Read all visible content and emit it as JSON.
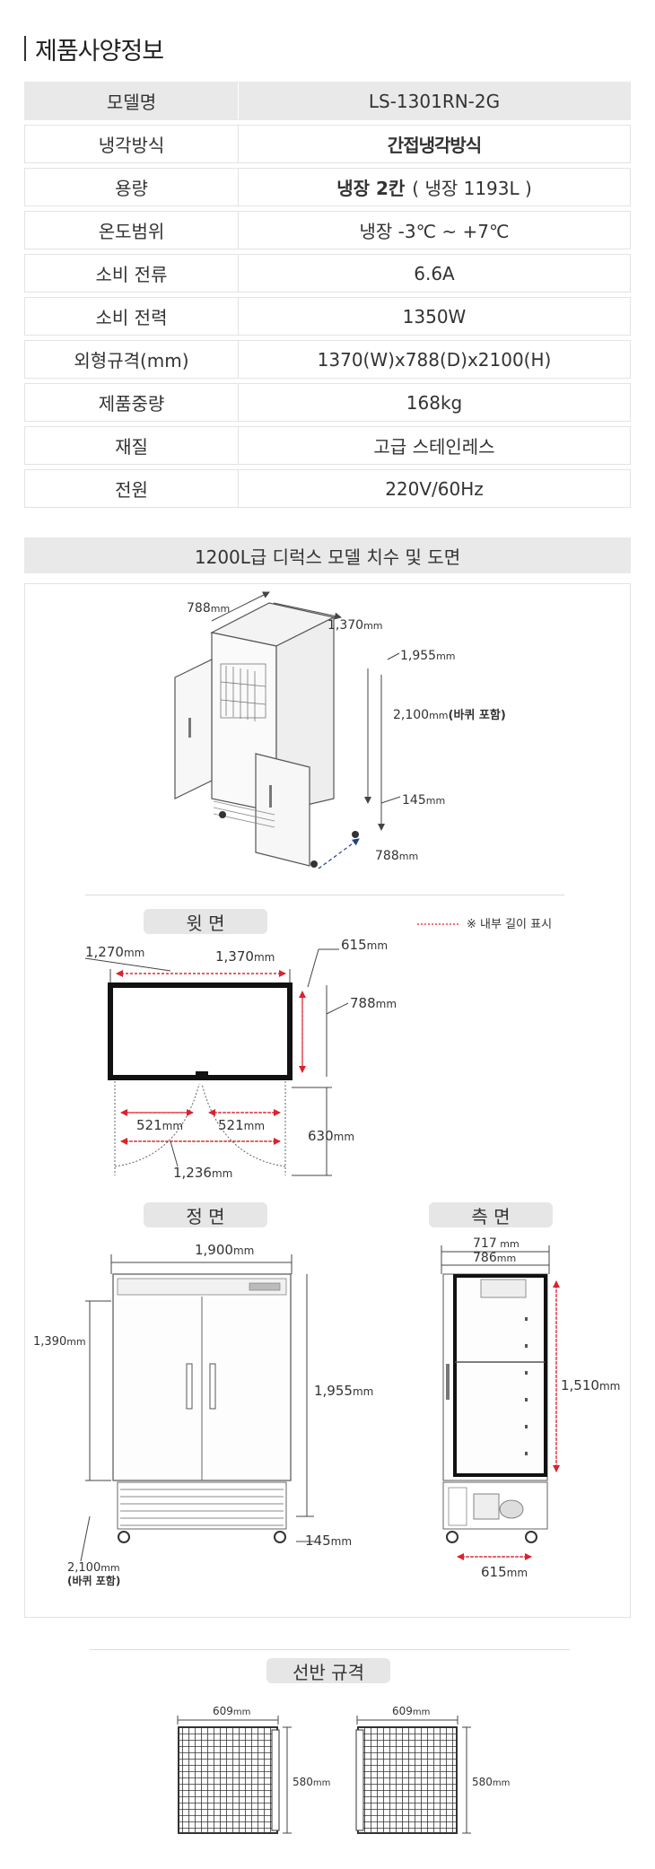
{
  "heading": "제품사양정보",
  "spec_rows": [
    {
      "label": "모델명",
      "value": "LS-1301RN-2G"
    },
    {
      "label": "냉각방식",
      "value": "간접냉각방식"
    },
    {
      "label": "용량",
      "value_bold": "냉장 2칸",
      "value": "( 냉장 1193L )"
    },
    {
      "label": "온도범위",
      "value": "냉장 -3℃ ~ +7℃"
    },
    {
      "label": "소비 전류",
      "value": "6.6A"
    },
    {
      "label": "소비 전력",
      "value": "1350W"
    },
    {
      "label": "외형규격(mm)",
      "value": "1370(W)x788(D)x2100(H)"
    },
    {
      "label": "제품중량",
      "value": "168kg"
    },
    {
      "label": "재질",
      "value": "고급 스테인레스"
    },
    {
      "label": "전원",
      "value": "220V/60Hz"
    }
  ],
  "drawing_section_title": "1200L급 디럭스 모델 치수 및 도면",
  "iso_view": {
    "dim_depth_top": "788",
    "dim_width_top": "1,370",
    "dim_height_body": "1,955",
    "dim_height_total": "2,100",
    "dim_height_note": "(바퀴 포함)",
    "dim_wheel": "145",
    "dim_depth_bottom": "788",
    "unit": "mm"
  },
  "top_view": {
    "title": "윗 면",
    "legend": "※ 내부 길이 표시",
    "dim_inner_width": "1,270",
    "dim_outer_width": "1,370",
    "dim_inner_depth": "615",
    "dim_outer_depth": "788",
    "dim_door_left": "521",
    "dim_door_right": "521",
    "dim_door_swing": "630",
    "dim_door_span": "1,236",
    "unit": "mm"
  },
  "front_view": {
    "title": "정 면",
    "dim_width": "1,900",
    "dim_left_height": "1,390",
    "dim_body_height": "1,955",
    "dim_wheel": "145",
    "dim_total": "2,100",
    "dim_total_note": "(바퀴 포함)",
    "unit": "mm"
  },
  "side_view": {
    "title": "측 면",
    "dim_inner_depth": "717",
    "dim_outer_depth": "786",
    "dim_inner_height": "1,510",
    "dim_bottom_depth": "615",
    "unit": "mm"
  },
  "shelf_section": {
    "title": "선반 규격",
    "shelves": [
      {
        "width": "609",
        "height": "580"
      },
      {
        "width": "609",
        "height": "580"
      }
    ],
    "unit": "mm"
  },
  "colors": {
    "accent_teal": "#2f9ba6",
    "table_header_bg": "#e9e9e9",
    "dimension_red": "#d9232e",
    "dimension_blue": "#1f3f8f"
  }
}
